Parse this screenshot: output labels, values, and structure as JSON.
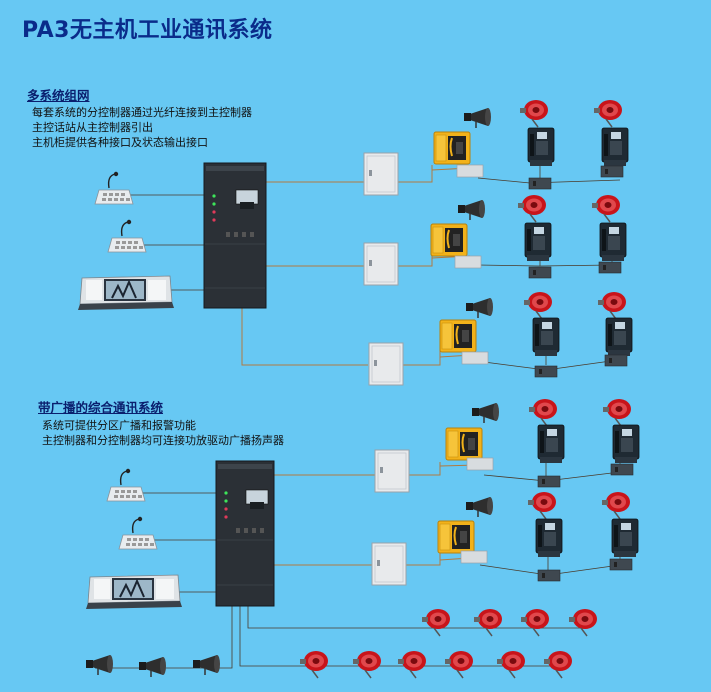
{
  "title": "PA3无主机工业通讯系统",
  "section1": {
    "title": "多系统组网",
    "lines": [
      "每套系统的分控制器通过光纤连接到主控制器",
      "主控话站从主控制器引出",
      "主机柜提供各种接口及状态输出接口"
    ]
  },
  "section2": {
    "title": "带广播的综合通讯系统",
    "lines": [
      "系统可提供分区广播和报警功能",
      "主控制器和分控制器均可连接功放驱动广播扬声器"
    ]
  },
  "colors": {
    "background": "#67c8f3",
    "title": "#0a2b8a",
    "cabinet": "#2b3036",
    "link_line": "#b07a40",
    "phone_box": "#f2b21a",
    "red_speaker": "#c8141a"
  }
}
